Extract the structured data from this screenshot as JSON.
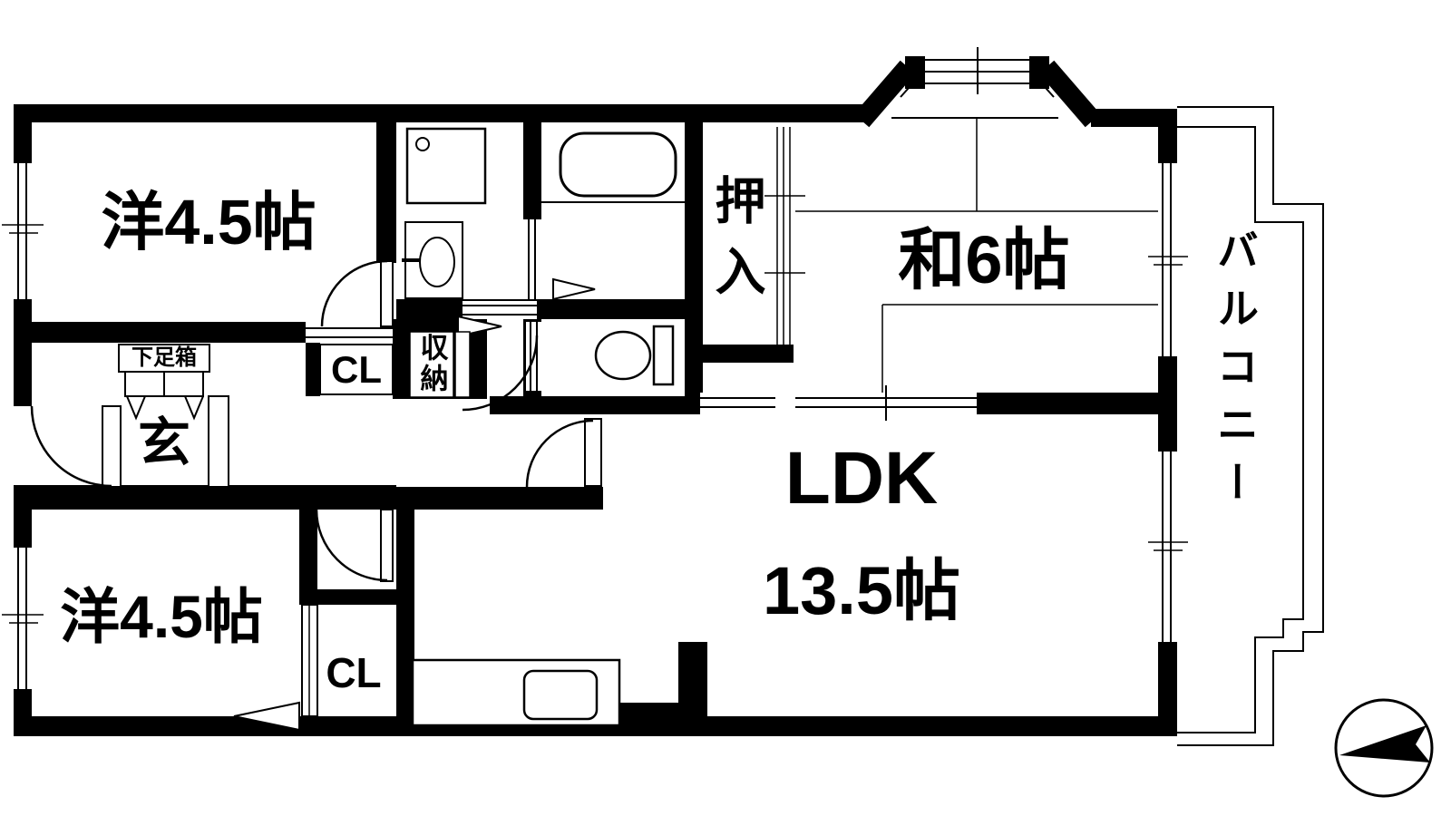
{
  "title": "Apartment floor plan",
  "colors": {
    "wall": "#000000",
    "background": "#ffffff",
    "line": "#000000"
  },
  "rooms": {
    "western_top": {
      "label": "洋4.5帖",
      "size_jo": 4.5,
      "type": "western-style room"
    },
    "western_bottom": {
      "label": "洋4.5帖",
      "size_jo": 4.5,
      "type": "western-style room"
    },
    "japanese": {
      "label": "和6帖",
      "size_jo": 6,
      "type": "japanese tatami room"
    },
    "ldk": {
      "label": "LDK",
      "size_label": "13.5帖",
      "size_jo": 13.5
    },
    "balcony": {
      "label": "バルコニー"
    },
    "oshiire": {
      "label": "押入",
      "type": "futon closet"
    },
    "closet_top": {
      "label": "CL"
    },
    "closet_bottom": {
      "label": "CL"
    },
    "storage": {
      "label": "収納"
    },
    "entrance": {
      "label": "玄",
      "type": "genkan entrance"
    },
    "shoe_cabinet": {
      "label": "下足箱"
    }
  },
  "fixtures": {
    "bathtub": "bathtub",
    "toilet": "toilet",
    "washbasin": "washbasin",
    "washing_machine_pan": "washing-machine-pan",
    "kitchen_sink": "kitchen-sink",
    "shoe_rack": "shoe-rack"
  },
  "compass": {
    "type": "north-arrow",
    "points": "right"
  }
}
